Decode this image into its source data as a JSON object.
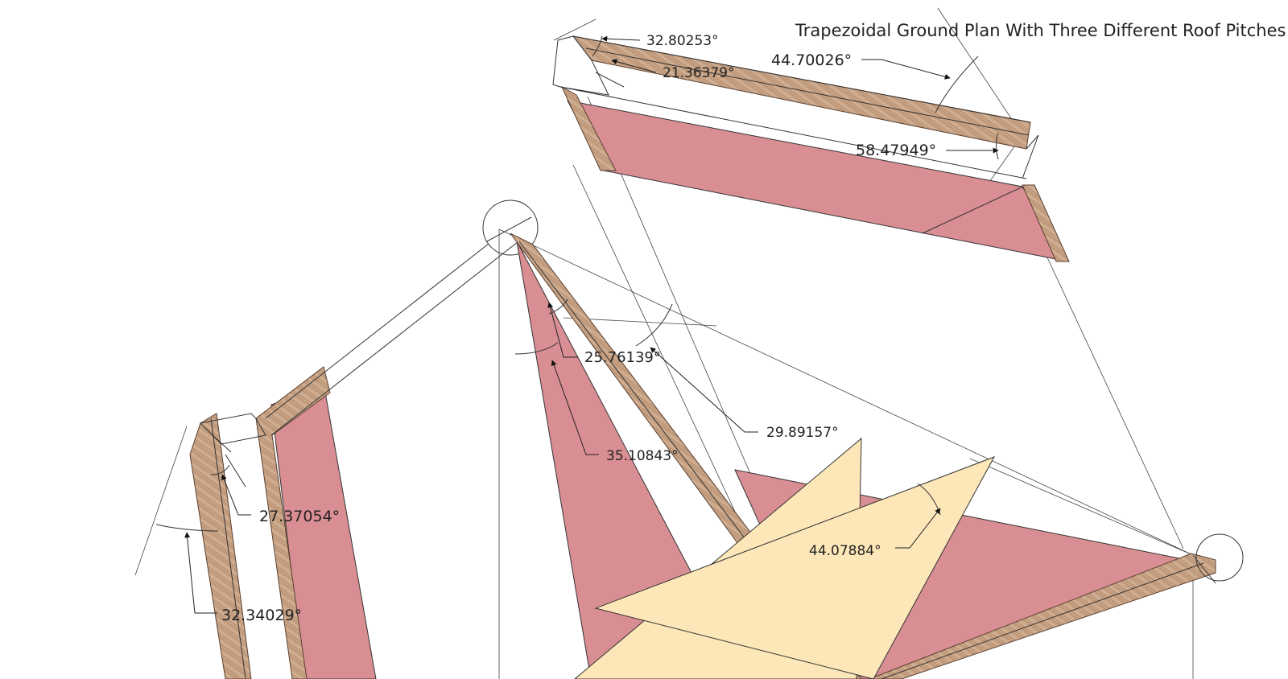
{
  "title": "Trapezoidal Ground Plan With Three Different Roof Pitches",
  "angles": {
    "a1": "32.80253°",
    "a2": "21.36379°",
    "a3": "44.70026°",
    "a4": "58.47949°",
    "a5": "25.76139°",
    "a6": "29.89157°",
    "a7": "35.10843°",
    "a8": "27.37054°",
    "a9": "32.34029°",
    "a10": "44.07884°"
  },
  "colors": {
    "roof": "#d98e93",
    "wood": "#c9a487",
    "triangle": "#fde7b8"
  }
}
